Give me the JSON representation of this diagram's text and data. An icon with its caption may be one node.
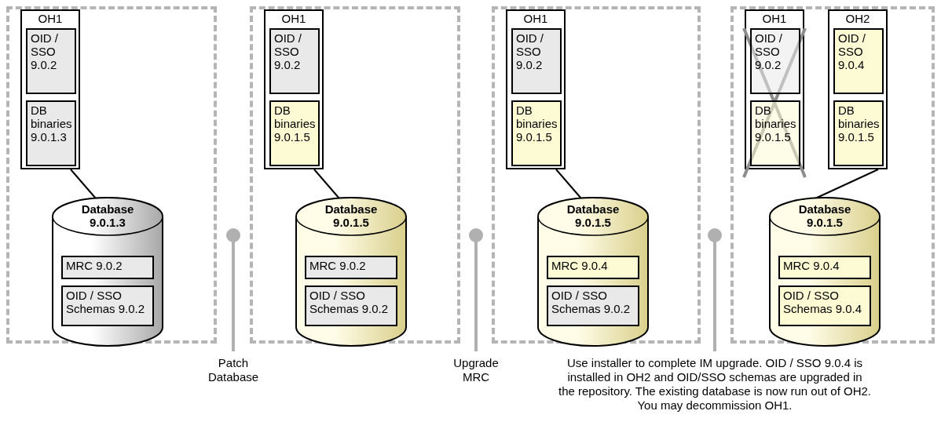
{
  "diagram": {
    "nodes": [
      {
        "text": [],
        "shape": "box"
      },
      {
        "text": [
          "OH1"
        ],
        "in": 0
      },
      {
        "text": [
          "OID / SSO 9.0.2"
        ],
        "in": 1
      },
      {
        "text": [
          "DB binaries 9.0.1.3"
        ],
        "in": 1
      },
      {
        "text": [
          "Database 9.0.1.3"
        ],
        "in": 0
      },
      {
        "text": [
          "MRC 9.0.2"
        ],
        "in": 4
      },
      {
        "text": [
          "OID / SSO Schemas 9.0.2"
        ],
        "in": 4
      },
      {
        "text": [],
        "shape": "box"
      },
      {
        "text": [
          "OH1"
        ],
        "in": 7
      },
      {
        "text": [
          "OID / SSO 9.0.2"
        ],
        "in": 8
      },
      {
        "text": [
          "DB binaries 9.0.1.5"
        ],
        "in": 8
      },
      {
        "text": [
          "Database 9.0.1.5"
        ],
        "in": 7
      },
      {
        "text": [
          "MRC 9.0.2"
        ],
        "in": 11
      },
      {
        "text": [
          "OID / SSO Schemas 9.0.2"
        ],
        "in": 11
      },
      {
        "text": [],
        "shape": "box"
      },
      {
        "text": [
          "OH1"
        ],
        "in": 14
      },
      {
        "text": [
          "OID / SSO 9.0.2"
        ],
        "in": 15
      },
      {
        "text": [
          "DB binaries 9.0.1.5"
        ],
        "in": 15
      },
      {
        "text": [
          "Database 9.0.1.5"
        ],
        "in": 14
      },
      {
        "text": [
          "MRC 9.0.4"
        ],
        "in": 18
      },
      {
        "text": [
          "OID / SSO Schemas 9.0.2"
        ],
        "in": 18
      },
      {
        "text": [],
        "shape": "box"
      },
      {
        "text": [
          "OH1"
        ],
        "in": 21
      },
      {
        "text": [
          "OID / SSO 9.0.2"
        ],
        "in": 22
      },
      {
        "text": [
          "DB binaries 9.0.1.5"
        ],
        "in": 22
      },
      {
        "text": [
          "OH2"
        ],
        "in": 21
      },
      {
        "text": [
          "OID / SSO 9.0.4"
        ],
        "in": 25
      },
      {
        "text": [
          "DB binaries 9.0.1.5"
        ],
        "in": 25
      },
      {
        "text": [
          "Database 9.0.1.5"
        ],
        "in": 21
      },
      {
        "text": [
          "MRC 9.0.4"
        ],
        "in": 28
      },
      {
        "text": [
          "OID / SSO Schemas 9.0.4"
        ],
        "in": 28
      }
    ],
    "edges": [
      {
        "from": 1,
        "to": 4,
        "arrow": "none"
      },
      {
        "from": 8,
        "to": 11,
        "arrow": "none"
      },
      {
        "from": 15,
        "to": 18,
        "arrow": "none"
      },
      {
        "from": 25,
        "to": 28,
        "arrow": "none"
      }
    ],
    "labels": [
      "Patch Database",
      "Upgrade MRC",
      "Use installer to complete IM upgrade. OID / SSO 9.0.4 is installed in OH2 and OID/SSO schemas are upgraded in the repository. The existing database is now run out of OH2. You may decommission OH1."
    ]
  }
}
